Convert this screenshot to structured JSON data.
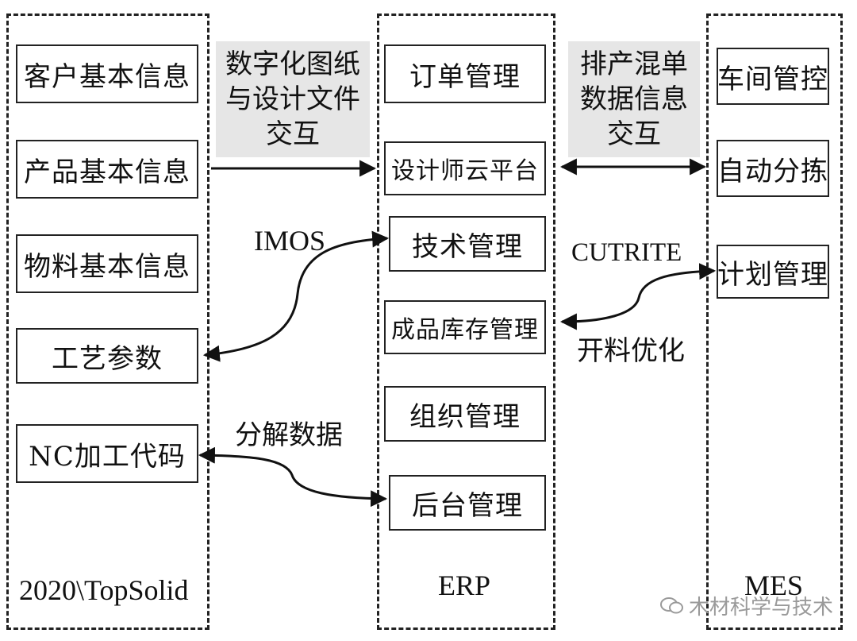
{
  "columns": {
    "left": "2020\\TopSolid",
    "middle": "ERP",
    "right": "MES"
  },
  "left_items": [
    "客户基本信息",
    "产品基本信息",
    "物料基本信息",
    "工艺参数",
    "NC加工代码"
  ],
  "middle_items": [
    "订单管理",
    "设计师云平台",
    "技术管理",
    "成品库存管理",
    "组织管理",
    "后台管理"
  ],
  "right_items": [
    "车间管控",
    "自动分拣",
    "计划管理"
  ],
  "flows": {
    "left_mid_top_lines": [
      "数字化图纸",
      "与设计文件",
      "交互"
    ],
    "mid_right_top_lines": [
      "排产混单",
      "数据信息",
      "交互"
    ],
    "imos": "IMOS",
    "cutrite": "CUTRITE",
    "cut_opt": "开料优化",
    "decompose": "分解数据"
  },
  "watermark": "木材科学与技术"
}
